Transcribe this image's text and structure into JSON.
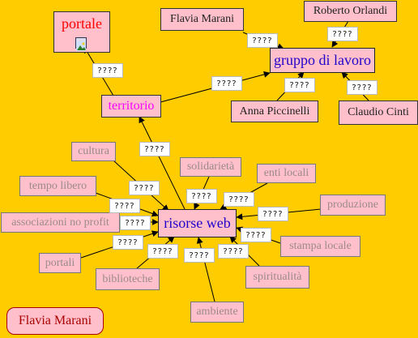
{
  "nodes": {
    "portale": "portale",
    "territorio": "territorio",
    "gruppo": "gruppo di lavoro",
    "flavia": "Flavia Marani",
    "roberto": "Roberto Orlandi",
    "anna": "Anna Piccinelli",
    "claudio": "Claudio Cinti",
    "risorse": "risorse web",
    "cultura": "cultura",
    "solidarieta": "solidarietà",
    "enti": "enti locali",
    "tempo": "tempo libero",
    "produzione": "produzione",
    "associazioni": "associazioni no profit",
    "stampa": "stampa locale",
    "portali": "portali",
    "biblioteche": "biblioteche",
    "spiritualita": "spiritualità",
    "ambiente": "ambiente"
  },
  "link_label": "????",
  "author": "Flavia Marani",
  "icons": {
    "portale_image": "image-icon"
  },
  "colors": {
    "background": "#FFCC00",
    "node_fill": "#FFC0CB"
  }
}
